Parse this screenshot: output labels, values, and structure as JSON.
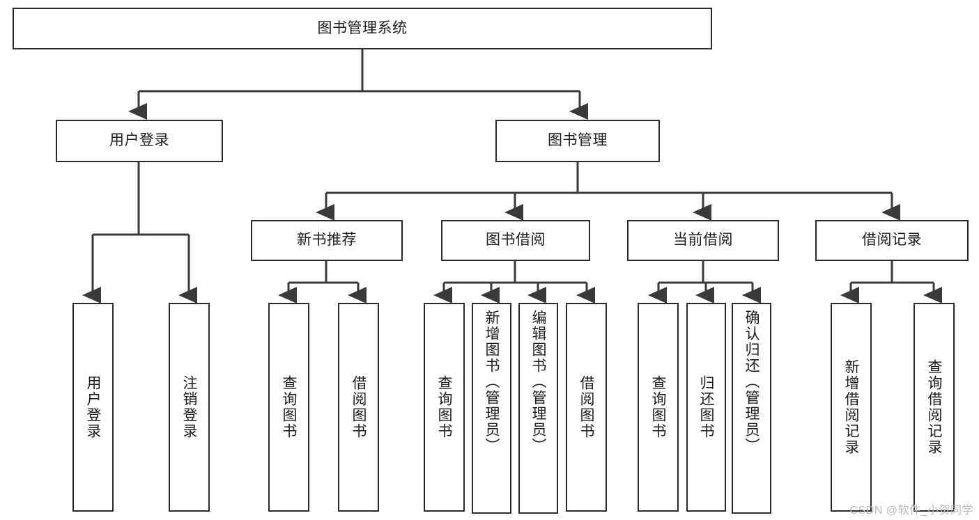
{
  "diagram": {
    "title_text": "图书管理系统",
    "type": "tree",
    "watermark": "CSDN @软件_小贺同学",
    "colors": {
      "box_border": "#2b2b2b",
      "box_fill": "#ffffff",
      "connector": "#3a3a3a",
      "text": "#1b1b1b",
      "watermark": "#b9b9b9"
    },
    "root": {
      "label": "图书管理系统"
    },
    "level1": [
      {
        "label": "用户登录"
      },
      {
        "label": "图书管理"
      }
    ],
    "level2": [
      {
        "label": "新书推荐"
      },
      {
        "label": "图书借阅"
      },
      {
        "label": "当前借阅"
      },
      {
        "label": "借阅记录"
      }
    ],
    "leaves": {
      "user_login": [
        {
          "label": "用户登录"
        },
        {
          "label": "注销登录"
        }
      ],
      "new_book_recommend": [
        {
          "label": "查询图书"
        },
        {
          "label": "借阅图书"
        }
      ],
      "book_borrow": [
        {
          "label": "查询图书"
        },
        {
          "label": "新增图书（管理员）"
        },
        {
          "label": "编辑图书（管理员）"
        },
        {
          "label": "借阅图书"
        }
      ],
      "current_borrow": [
        {
          "label": "查询图书"
        },
        {
          "label": "归还图书"
        },
        {
          "label": "确认归还（管理员）"
        }
      ],
      "borrow_record": [
        {
          "label": "新增借阅记录"
        },
        {
          "label": "查询借阅记录"
        }
      ]
    }
  }
}
